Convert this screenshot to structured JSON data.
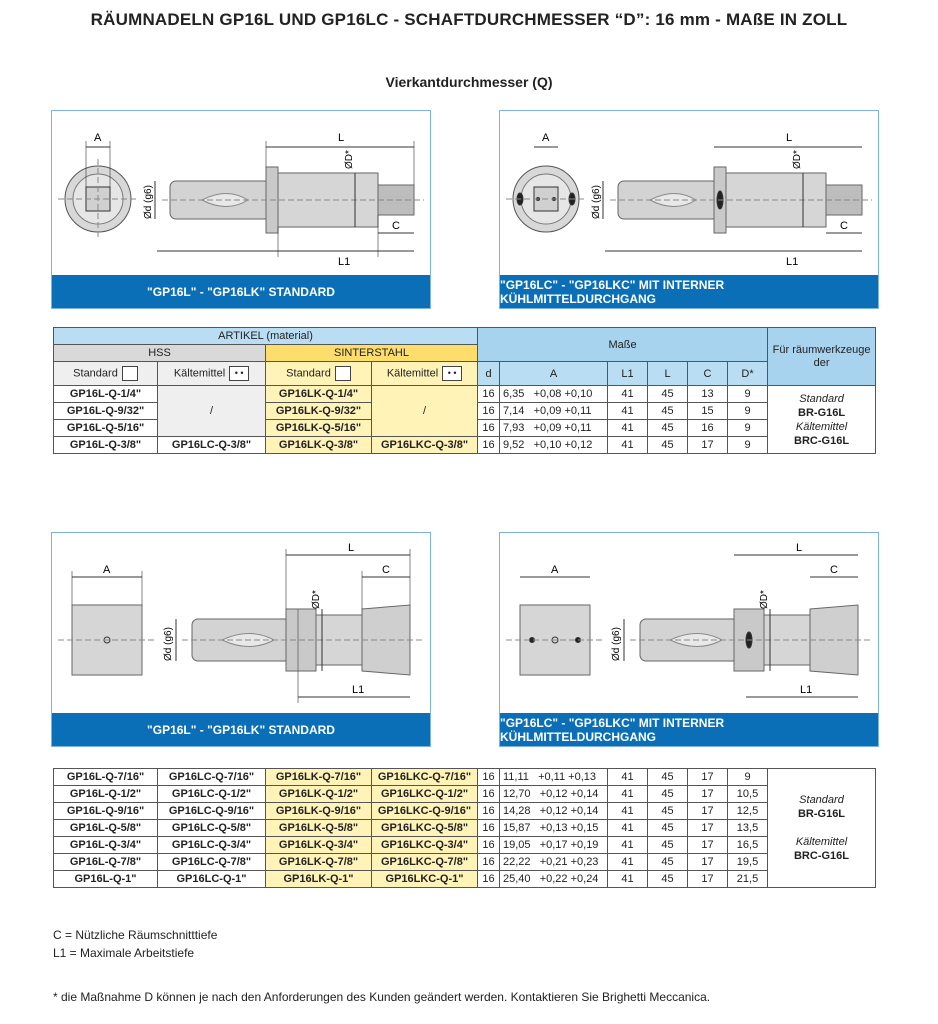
{
  "title": "RÄUMNADELN GP16L UND GP16LC - SCHAFTDURCHMESSER “D”: 16 mm - MAßE IN ZOLL",
  "subtitle": "Vierkantdurchmesser (Q)",
  "panels": {
    "p1": "\"GP16L\" - \"GP16LK\" STANDARD",
    "p2": "\"GP16LC\" - \"GP16LKC\" MIT INTERNER KÜHLMITTELDURCHGANG",
    "p3": "\"GP16L\" - \"GP16LK\" STANDARD",
    "p4": "\"GP16LC\" - \"GP16LKC\" MIT INTERNER KÜHLMITTELDURCHGANG"
  },
  "dims": {
    "A": "A",
    "L": "L",
    "D": "ØD*",
    "d": "Ød (g6)",
    "C": "C",
    "L1": "L1"
  },
  "table1": {
    "artikel": "ARTIKEL (material)",
    "hss": "HSS",
    "sinter": "SINTERSTAHL",
    "masse": "Maße",
    "fuer": "Für räumwerkzeuge der",
    "standard": "Standard",
    "kalt": "Kältemittel",
    "cols": [
      "d",
      "A",
      "L1",
      "L",
      "C",
      "D*"
    ],
    "slash": "/",
    "rows": [
      {
        "a": "GP16L-Q-1/4\"",
        "b": "",
        "c": "GP16LK-Q-1/4\"",
        "e": "",
        "d": "16",
        "a1": "6,35",
        "a2": "+0,08 +0,10",
        "l1": "41",
        "l": "45",
        "cc": "13",
        "dd": "9"
      },
      {
        "a": "GP16L-Q-9/32\"",
        "b": "",
        "c": "GP16LK-Q-9/32\"",
        "e": "",
        "d": "16",
        "a1": "7,14",
        "a2": "+0,09 +0,11",
        "l1": "41",
        "l": "45",
        "cc": "15",
        "dd": "9"
      },
      {
        "a": "GP16L-Q-5/16\"",
        "b": "",
        "c": "GP16LK-Q-5/16\"",
        "e": "",
        "d": "16",
        "a1": "7,93",
        "a2": "+0,09 +0,11",
        "l1": "41",
        "l": "45",
        "cc": "16",
        "dd": "9"
      },
      {
        "a": "GP16L-Q-3/8\"",
        "b": "GP16LC-Q-3/8\"",
        "c": "GP16LK-Q-3/8\"",
        "e": "GP16LKC-Q-3/8\"",
        "d": "16",
        "a1": "9,52",
        "a2": "+0,10 +0,12",
        "l1": "41",
        "l": "45",
        "cc": "17",
        "dd": "9"
      }
    ],
    "side": {
      "s1": "Standard",
      "s2": "BR-G16L",
      "s3": "Kältemittel",
      "s4": "BRC-G16L"
    }
  },
  "table2": {
    "rows": [
      {
        "a": "GP16L-Q-7/16\"",
        "b": "GP16LC-Q-7/16\"",
        "c": "GP16LK-Q-7/16\"",
        "e": "GP16LKC-Q-7/16\"",
        "d": "16",
        "a1": "11,11",
        "a2": "+0,11 +0,13",
        "l1": "41",
        "l": "45",
        "cc": "17",
        "dd": "9"
      },
      {
        "a": "GP16L-Q-1/2\"",
        "b": "GP16LC-Q-1/2\"",
        "c": "GP16LK-Q-1/2\"",
        "e": "GP16LKC-Q-1/2\"",
        "d": "16",
        "a1": "12,70",
        "a2": "+0,12 +0,14",
        "l1": "41",
        "l": "45",
        "cc": "17",
        "dd": "10,5"
      },
      {
        "a": "GP16L-Q-9/16\"",
        "b": "GP16LC-Q-9/16\"",
        "c": "GP16LK-Q-9/16\"",
        "e": "GP16LKC-Q-9/16\"",
        "d": "16",
        "a1": "14,28",
        "a2": "+0,12 +0,14",
        "l1": "41",
        "l": "45",
        "cc": "17",
        "dd": "12,5"
      },
      {
        "a": "GP16L-Q-5/8\"",
        "b": "GP16LC-Q-5/8\"",
        "c": "GP16LK-Q-5/8\"",
        "e": "GP16LKC-Q-5/8\"",
        "d": "16",
        "a1": "15,87",
        "a2": "+0,13 +0,15",
        "l1": "41",
        "l": "45",
        "cc": "17",
        "dd": "13,5"
      },
      {
        "a": "GP16L-Q-3/4\"",
        "b": "GP16LC-Q-3/4\"",
        "c": "GP16LK-Q-3/4\"",
        "e": "GP16LKC-Q-3/4\"",
        "d": "16",
        "a1": "19,05",
        "a2": "+0,17 +0,19",
        "l1": "41",
        "l": "45",
        "cc": "17",
        "dd": "16,5"
      },
      {
        "a": "GP16L-Q-7/8\"",
        "b": "GP16LC-Q-7/8\"",
        "c": "GP16LK-Q-7/8\"",
        "e": "GP16LKC-Q-7/8\"",
        "d": "16",
        "a1": "22,22",
        "a2": "+0,21 +0,23",
        "l1": "41",
        "l": "45",
        "cc": "17",
        "dd": "19,5"
      },
      {
        "a": "GP16L-Q-1\"",
        "b": "GP16LC-Q-1\"",
        "c": "GP16LK-Q-1\"",
        "e": "GP16LKC-Q-1\"",
        "d": "16",
        "a1": "25,40",
        "a2": "+0,22 +0,24",
        "l1": "41",
        "l": "45",
        "cc": "17",
        "dd": "21,5"
      }
    ],
    "side": {
      "s1": "Standard",
      "s2": "BR-G16L",
      "s3": "Kältemittel",
      "s4": "BRC-G16L"
    }
  },
  "notes": {
    "n1": "C = Nützliche Räumschnitttiefe",
    "n2": "L1 = Maximale Arbeitstiefe",
    "footnote": "* die Maßnahme D können je nach den Anforderungen des Kunden geändert werden. Kontaktieren Sie Brighetti Meccanica."
  }
}
